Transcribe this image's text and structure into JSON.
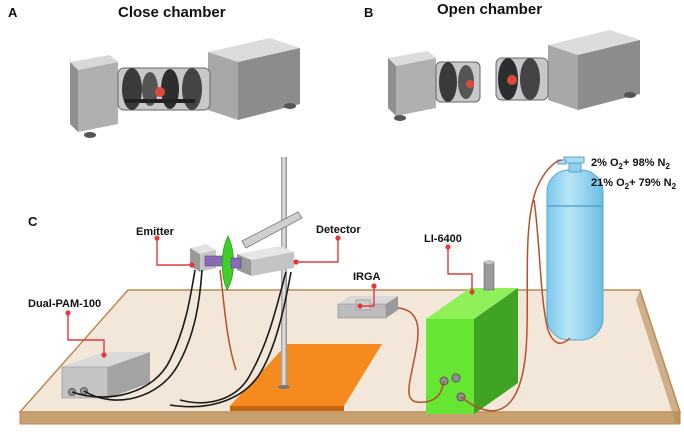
{
  "panels": {
    "a": {
      "letter": "A",
      "title": "Close chamber"
    },
    "b": {
      "letter": "B",
      "title": "Open chamber"
    },
    "c": {
      "letter": "C"
    }
  },
  "labels": {
    "emitter": "Emitter",
    "detector": "Detector",
    "dual_pam": "Dual-PAM-100",
    "irga": "IRGA",
    "li6400": "LI-6400"
  },
  "gas": {
    "line1": {
      "pct": "2% O",
      "sub1": "2",
      "mid": "+ 98% N",
      "sub2": "2"
    },
    "line2": {
      "pct": "21% O",
      "sub1": "2",
      "mid": "+ 79% N",
      "sub2": "2"
    }
  },
  "colors": {
    "table_top": "#f2e7d8",
    "table_edge": "#b88b55",
    "device_grey": "#cfcfcf",
    "licor_green": "#66e633",
    "platform_orange": "#f58a1f",
    "cylinder_blue": "#99d6f2",
    "leader_red": "#e23a3a",
    "tube_brown": "#b5512e"
  }
}
